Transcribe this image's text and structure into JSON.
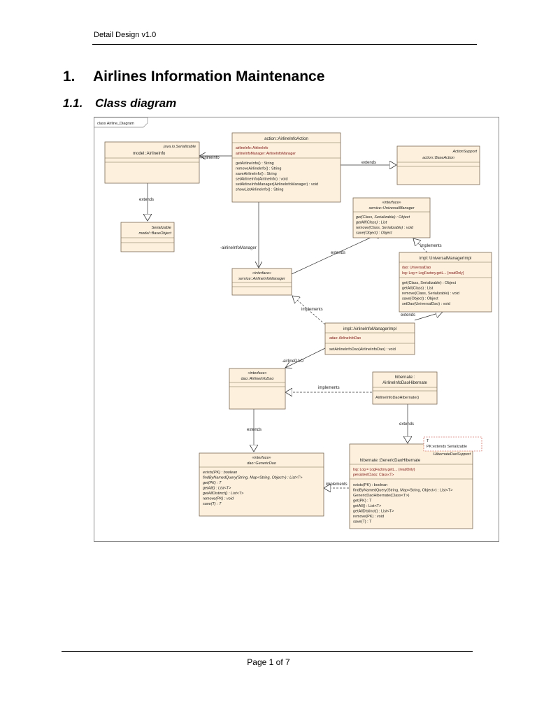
{
  "header": {
    "title": "Detail Design v1.0"
  },
  "section": {
    "number": "1.",
    "title": "Airlines Information Maintenance"
  },
  "subsection": {
    "number": "1.1.",
    "title": "Class diagram"
  },
  "diagram": {
    "frame_label": "class Airline_Diagram",
    "classes": {
      "airlineinfo": {
        "stereo": "java.io.Serializable",
        "name": "model::AirlineInfo"
      },
      "serializable": {
        "stereo": "Serializable",
        "name": "model::BaseObject"
      },
      "action": {
        "name": "action::AirlineInfoAction",
        "attrs": [
          "airlineInfo: AirlineInfo",
          "airlineInfoManager: AirlineInfoManager"
        ],
        "ops": [
          "getAirlineInfo() : String",
          "removeAirlineInfo() : String",
          "saveAirlineInfo() : String",
          "setAirlineInfo(AirlineInfo) : void",
          "setAirlineInfoManager(AirlineInfoManager) : void",
          "showListAirlineInfo() : String"
        ]
      },
      "actionsupport": {
        "stereo": "ActionSupport",
        "name": "action::BaseAction"
      },
      "universalmanager": {
        "stereo": "«interface»",
        "name": "service::UniversalManager",
        "ops": [
          "get(Class, Serializable) : Object",
          "getAll(Class) : List",
          "remove(Class, Serializable) : void",
          "save(Object) : Object"
        ]
      },
      "universalmanagerimpl": {
        "name": "impl::UniversalManagerImpl",
        "attrs": [
          "dao:  UniversalDao",
          "log:  Log = LogFactory.getL... {readOnly}"
        ],
        "ops": [
          "get(Class, Serializable) : Object",
          "getAll(Class) : List",
          "remove(Class, Serializable) : void",
          "save(Object) : Object",
          "setDao(UniversalDao) : void"
        ]
      },
      "airlineinfomanager": {
        "stereo": "«interface»",
        "name": "service::AirlineInfoManager"
      },
      "airlineinfomanagerimpl": {
        "name": "impl::AirlineInfoManagerImpl",
        "attrs": [
          "adao:  AirlineInfoDao"
        ],
        "ops": [
          "setAirlineInfoDao(AirlineInfoDao) : void"
        ]
      },
      "airlineinfodao": {
        "stereo": "«interface»",
        "name": "dao::AirlineInfoDao"
      },
      "airlineinfodaohibernate": {
        "name_line1": "hibernate::",
        "name_line2": "AirlineInfoDaoHibernate",
        "ops": [
          "AirlineInfoDaoHibernate()"
        ]
      },
      "genericdao": {
        "stereo": "«interface»",
        "name": "dao::GenericDao",
        "ops": [
          "exists(PK) : boolean",
          "findByNamedQuery(String, Map<String, Object>) : List<T>",
          "get(PK) : T",
          "getAll() : List<T>",
          "getAllDistinct() : List<T>",
          "remove(PK) : void",
          "save(T) : T"
        ]
      },
      "genericdaohibernate": {
        "template_line1": "T",
        "template_line2": "PK:extends Serializable",
        "stereo": "HibernateDaoSupport",
        "name": "hibernate::GenericDaoHibernate",
        "attrs": [
          "log:  Log = LogFactory.getL... {readOnly}",
          "persistentClass:  Class<T>"
        ],
        "ops": [
          "exists(PK) : boolean",
          "findByNamedQuery(String, Map<String, Object>) : List<T>",
          "GenericDaoHibernate(Class<T>)",
          "get(PK) : T",
          "getAll() : List<T>",
          "getAllDistinct() : List<T>",
          "remove(PK) : void",
          "save(T) : T"
        ]
      }
    },
    "labels": {
      "airlineinfo": "-AirlineInfo",
      "extends1": "extends",
      "extends2": "extends",
      "extends3": "extends",
      "extends4": "extends",
      "extends5": "extends",
      "extends6": "extends",
      "airlineinfomanager": "-airlineInfoManager",
      "implements1": "implements",
      "implements2": "implements",
      "implements3": "implements",
      "implements4": "implements",
      "airlinedao": "-airlineDAO"
    }
  },
  "footer": {
    "page_prefix": "Page",
    "page": "1",
    "of_word": "of",
    "total": "7"
  }
}
